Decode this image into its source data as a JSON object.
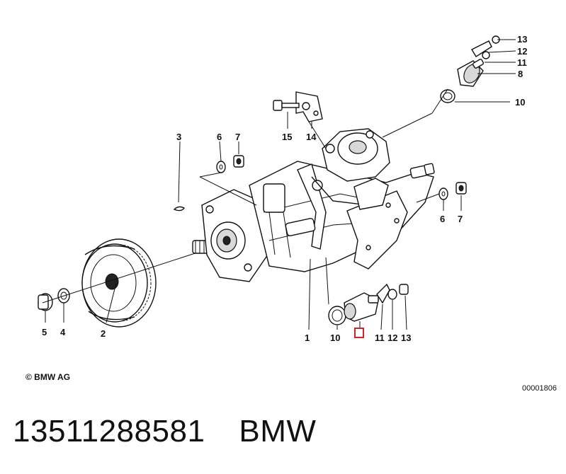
{
  "copyright": "© BMW AG",
  "drawing_number": "00001806",
  "part_number": "13511288581",
  "brand": "BMW",
  "highlight_color": "#d2232a",
  "callouts": {
    "c1": "1",
    "c2": "2",
    "c3": "3",
    "c4": "4",
    "c5": "5",
    "c6a": "6",
    "c7a": "7",
    "c6b": "6",
    "c7b": "7",
    "c8": "8",
    "c10a": "10",
    "c10b": "10",
    "c11a": "11",
    "c12a": "12",
    "c13a": "13",
    "c11b": "11",
    "c12b": "12",
    "c13b": "13",
    "c14": "14",
    "c15": "15"
  }
}
